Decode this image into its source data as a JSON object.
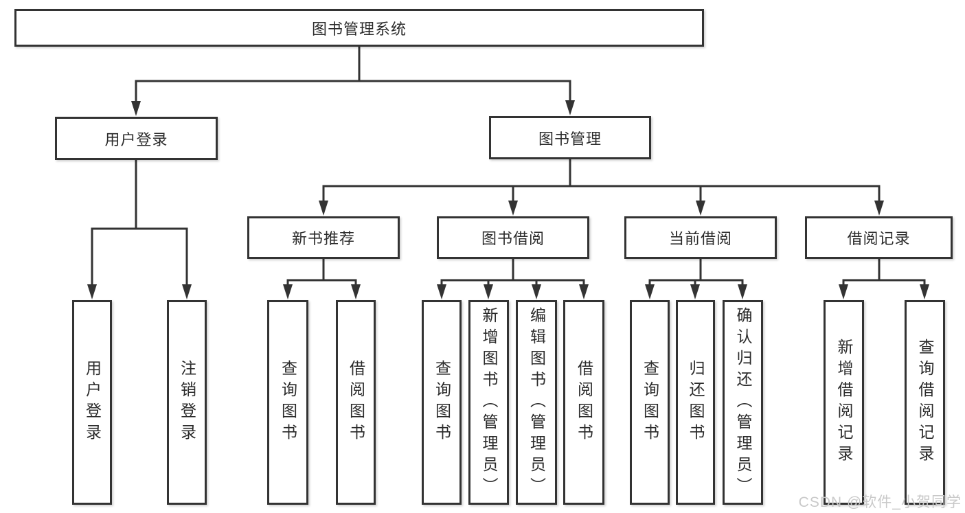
{
  "colors": {
    "line": "#333333",
    "text": "#2b2b2b",
    "box_bg": "#ffffff",
    "watermark": "#c9c9c9"
  },
  "nodes": {
    "root": {
      "label": "图书管理系统"
    },
    "user_login": {
      "label": "用户登录"
    },
    "book_management": {
      "label": "图书管理"
    },
    "new_book_recommend": {
      "label": "新书推荐"
    },
    "book_borrowing": {
      "label": "图书借阅"
    },
    "current_borrowing": {
      "label": "当前借阅"
    },
    "borrow_records": {
      "label": "借阅记录"
    },
    "leaf_user_login": {
      "label": "用户登录"
    },
    "leaf_logout": {
      "label": "注销登录"
    },
    "leaf_query_books_rec": {
      "label": "查询图书"
    },
    "leaf_borrow_books_rec": {
      "label": "借阅图书"
    },
    "leaf_query_books_bor": {
      "label": "查询图书"
    },
    "leaf_add_books_admin": {
      "label": "新增图书（管理员）"
    },
    "leaf_edit_books_admin": {
      "label": "编辑图书（管理员）"
    },
    "leaf_borrow_books_bor": {
      "label": "借阅图书"
    },
    "leaf_query_books_cur": {
      "label": "查询图书"
    },
    "leaf_return_books": {
      "label": "归还图书"
    },
    "leaf_confirm_return_admin": {
      "label": "确认归还（管理员）"
    },
    "leaf_add_borrow_record": {
      "label": "新增借阅记录"
    },
    "leaf_query_borrow_record": {
      "label": "查询借阅记录"
    }
  },
  "watermark": {
    "text": "CSDN @软件_小贺同学"
  }
}
